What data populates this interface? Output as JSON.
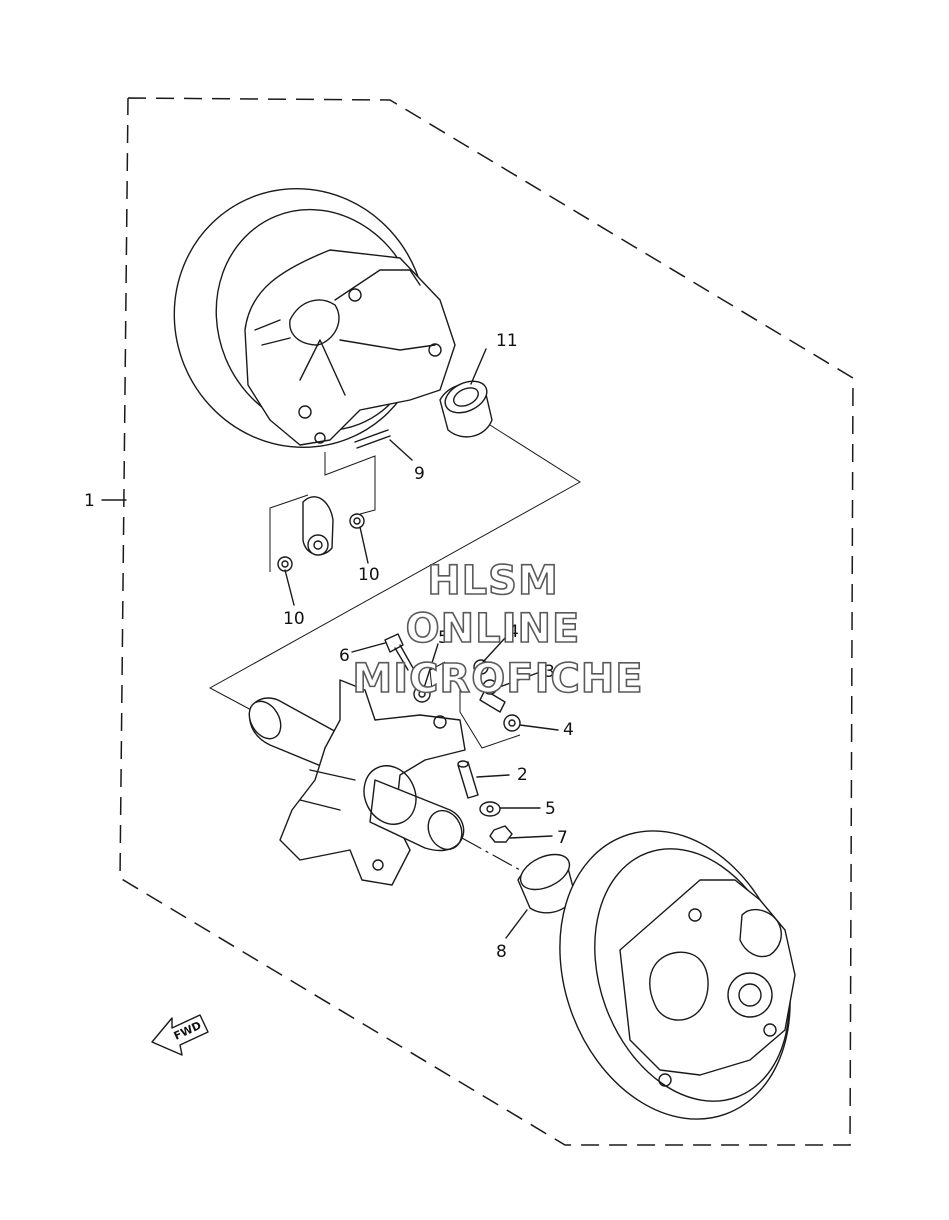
{
  "diagram": {
    "callouts": [
      {
        "id": "c1",
        "text": "1"
      },
      {
        "id": "c2",
        "text": "2"
      },
      {
        "id": "c3",
        "text": "3"
      },
      {
        "id": "c4a",
        "text": "4"
      },
      {
        "id": "c4b",
        "text": "4"
      },
      {
        "id": "c5a",
        "text": "5"
      },
      {
        "id": "c5b",
        "text": "5"
      },
      {
        "id": "c6",
        "text": "6"
      },
      {
        "id": "c7",
        "text": "7"
      },
      {
        "id": "c8",
        "text": "8"
      },
      {
        "id": "c9",
        "text": "9"
      },
      {
        "id": "c10a",
        "text": "10"
      },
      {
        "id": "c10b",
        "text": "10"
      },
      {
        "id": "c11",
        "text": "11"
      }
    ],
    "watermark": [
      "HLSM",
      "ONLINE",
      "MICROFICHE"
    ],
    "fwd_label": "FWD"
  }
}
